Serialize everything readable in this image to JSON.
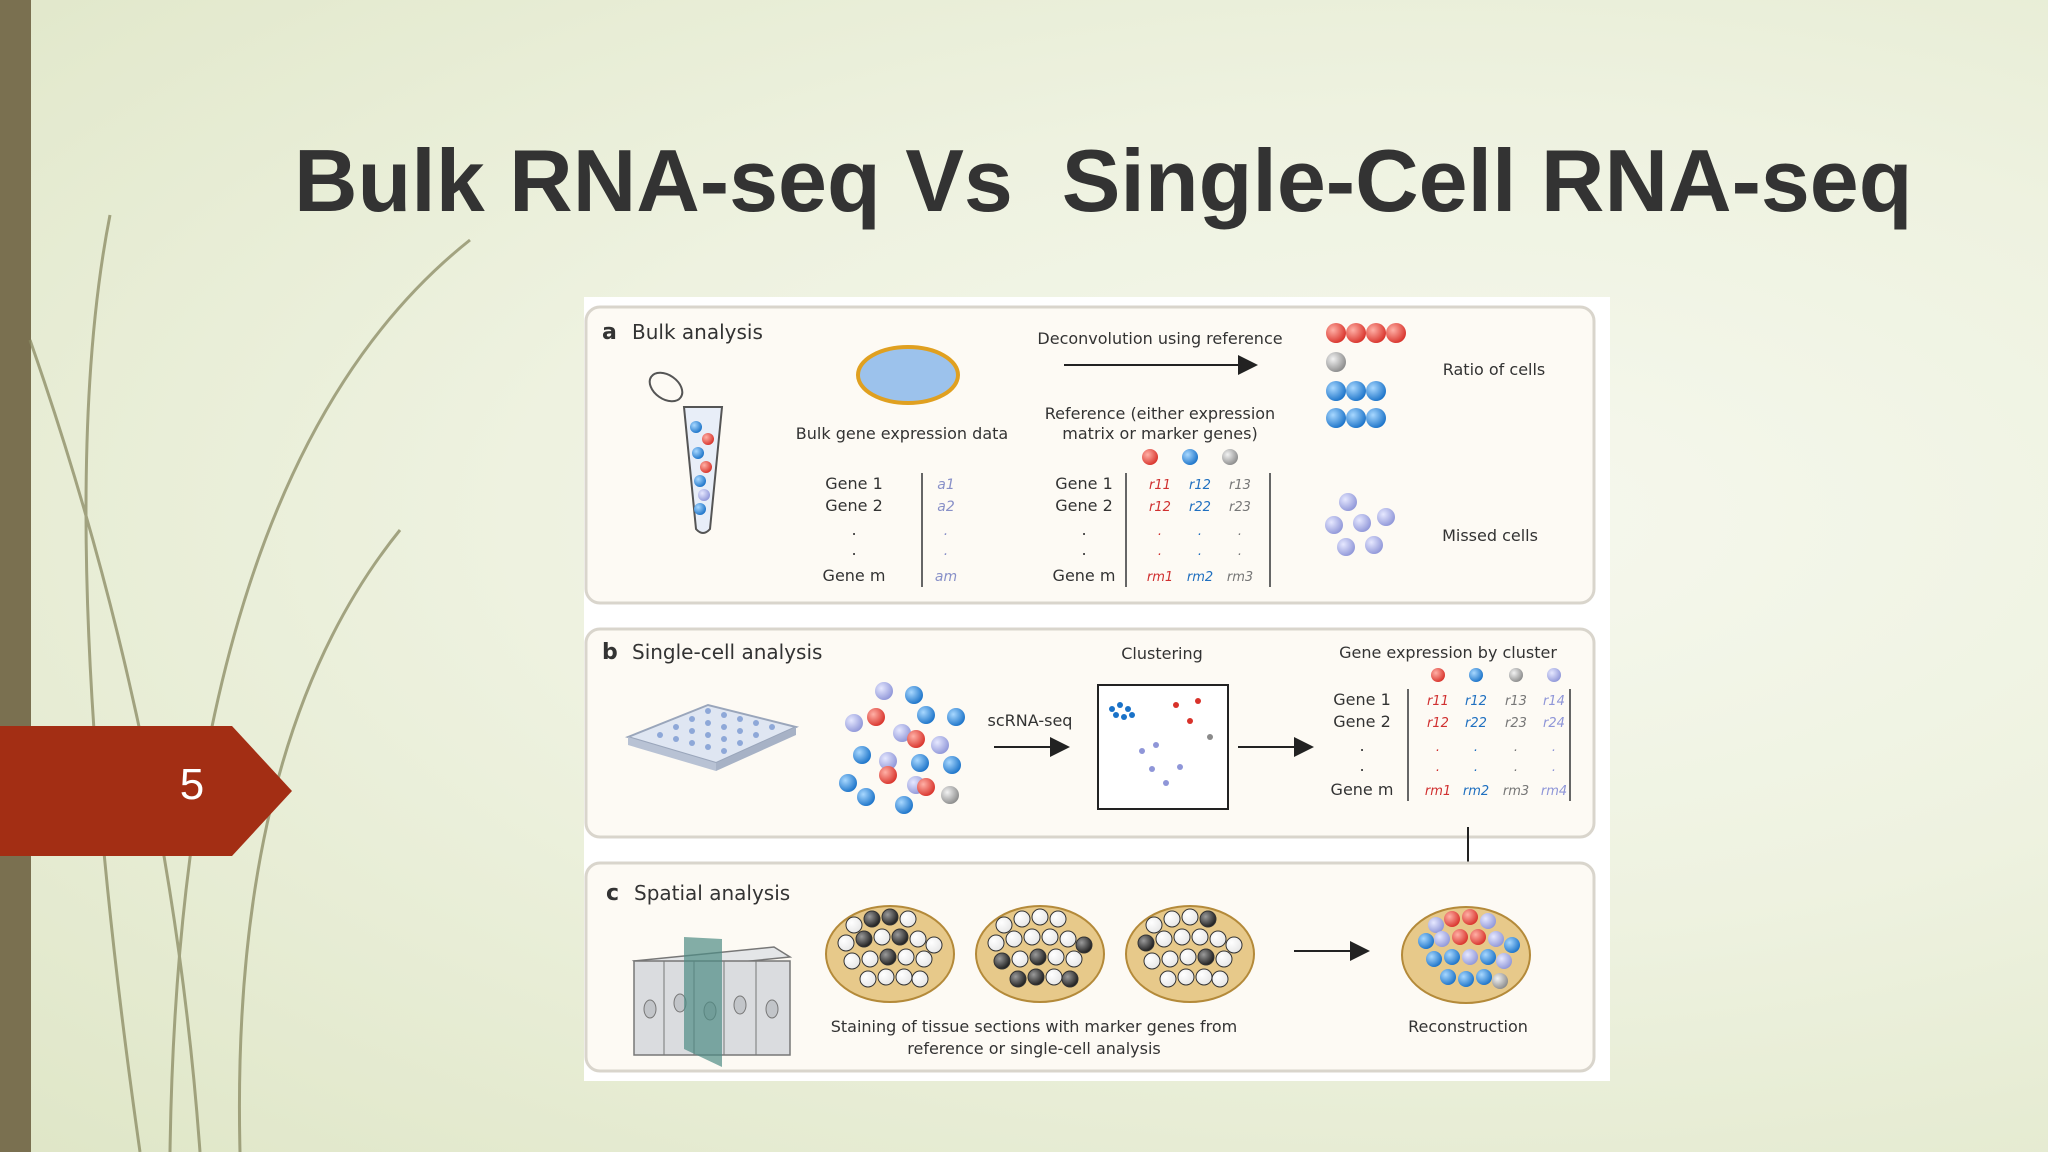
{
  "slide": {
    "title": "Bulk RNA-seq Vs  Single-Cell RNA-seq",
    "slide_number": "5",
    "colors": {
      "accent_red": "#a32e14",
      "left_bar": "#7a7050",
      "title_text": "#333333"
    }
  },
  "panel_a": {
    "letter": "a",
    "heading": "Bulk analysis",
    "bulk_data_label": "Bulk gene expression data",
    "deconvolution_label": "Deconvolution using reference",
    "reference_label_1": "Reference (either expression",
    "reference_label_2": "matrix or marker genes)",
    "ratio_label": "Ratio of cells",
    "missed_label": "Missed cells",
    "bulk_genes": [
      "Gene 1",
      "Gene 2",
      ".",
      ".",
      "Gene m"
    ],
    "bulk_values": [
      "a1",
      "a2",
      ".",
      ".",
      "am"
    ],
    "ref_genes": [
      "Gene 1",
      "Gene 2",
      ".",
      ".",
      "Gene m"
    ],
    "ref_col1": [
      "r11",
      "r12",
      ".",
      ".",
      "rm1"
    ],
    "ref_col2": [
      "r12",
      "r22",
      ".",
      ".",
      "rm2"
    ],
    "ref_col3": [
      "r13",
      "r23",
      ".",
      ".",
      "rm3"
    ]
  },
  "panel_b": {
    "letter": "b",
    "heading": "Single-cell analysis",
    "scrna_label": "scRNA-seq",
    "clustering_label": "Clustering",
    "gene_expr_label": "Gene expression by cluster",
    "genes": [
      "Gene 1",
      "Gene 2",
      ".",
      ".",
      "Gene m"
    ],
    "col1": [
      "r11",
      "r12",
      ".",
      ".",
      "rm1"
    ],
    "col2": [
      "r12",
      "r22",
      ".",
      ".",
      "rm2"
    ],
    "col3": [
      "r13",
      "r23",
      ".",
      ".",
      "rm3"
    ],
    "col4": [
      "r14",
      "r24",
      ".",
      ".",
      "rm4"
    ]
  },
  "panel_c": {
    "letter": "c",
    "heading": "Spatial analysis",
    "staining_label_1": "Staining of tissue sections with marker genes from",
    "staining_label_2": "reference or single-cell analysis",
    "reconstruction_label": "Reconstruction"
  }
}
